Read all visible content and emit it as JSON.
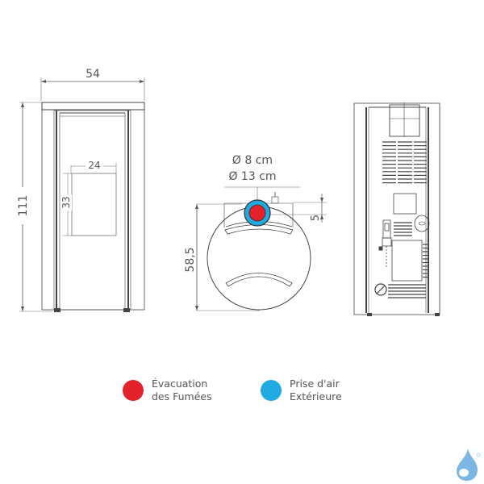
{
  "diagram": {
    "title": "Dimensions poêle à granulés",
    "front_view": {
      "width_label": "54",
      "height_label": "111",
      "window_width_label": "24",
      "window_height_label": "33"
    },
    "top_view": {
      "inner_diameter_label": "Ø 8 cm",
      "outer_diameter_label": "Ø 13 cm",
      "depth_label": "58,5",
      "offset_label": "5"
    },
    "back_view": {}
  },
  "legend": [
    {
      "label_line1": "Évacuation",
      "label_line2": "des Fumées",
      "color": "#e3222c"
    },
    {
      "label_line1": "Prise d'air",
      "label_line2": "Extérieure",
      "color": "#21a9e1"
    }
  ],
  "colors": {
    "line": "#444444",
    "dim_line": "#666666",
    "flue_red": "#e3222c",
    "air_blue": "#21a9e1",
    "logo_blue": "#7cb7e3"
  },
  "logo": {
    "name": "brand-drop-logo"
  }
}
